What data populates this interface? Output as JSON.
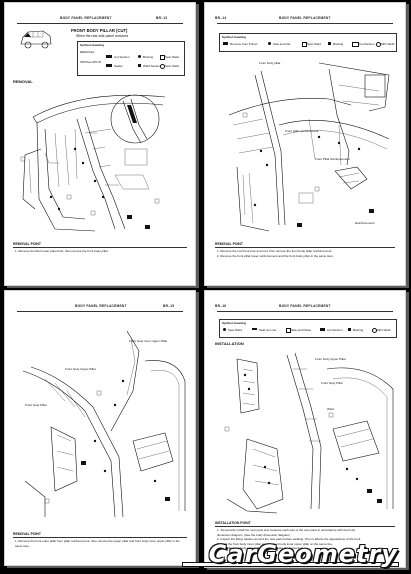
{
  "pages": [
    {
      "header": {
        "title": "BODY PANEL REPLACEMENT",
        "code": "BR–13"
      },
      "section_title": "FRONT BODY PILLAR (CUT)",
      "section_subtitle": "When the rear side panel removed",
      "legend": {
        "title": "Symbol meaning",
        "col_heads": [
          "REMOVAL",
          "INSTALLATION"
        ],
        "items": [
          "Cut Section",
          "Brazing",
          "Spot Weld",
          "Sealer",
          "Weld Section",
          "Spot Weld"
        ]
      },
      "removal_label": "REMOVAL",
      "point_title": "REMOVAL POINT",
      "point_text": "1.   Remove the Roof outer panel first, then remove the front body pillar."
    },
    {
      "header": {
        "title": "BODY PANEL REPLACEMENT",
        "code": "BR–14"
      },
      "legend": {
        "title": "Symbol meaning",
        "items": [
          "Remove from Primer",
          "Saw and File",
          "Spot Weld",
          "Brazing",
          "Cut Section",
          "MIG Weld"
        ]
      },
      "callouts": [
        "Front body pillar",
        "Front pillar reinforcement",
        "Front Pillar Reinforcement",
        "Reinforcement"
      ],
      "point_title": "REMOVAL POINT",
      "point_text_1": "1.   Remove the roof front bow and roof, then remove the front body pillar reinforcement.",
      "point_text_2": "2.   Remove the front pillar lower reinforcement and the front body pillar in the same step."
    },
    {
      "header": {
        "title": "BODY PANEL REPLACEMENT",
        "code": "BR–15"
      },
      "callouts": [
        "Front body inner Upper Pillar",
        "Front body Upper Pillar",
        "Front body Pillar"
      ],
      "point_title": "REMOVAL POINT",
      "point_text": "1.   Remove the front outer pillar from pillar reinforcement, then remove the upper pillar and front body inner upper pillar in the same step."
    },
    {
      "header": {
        "title": "BODY PANEL REPLACEMENT",
        "code": "BR–16"
      },
      "legend": {
        "title": "Symbol meaning",
        "items": [
          "Spot Weld",
          "Seal Up Line",
          "Saw and Paste",
          "Cut Section",
          "Brazing",
          "MIG Weld"
        ]
      },
      "installation_label": "INSTALLATION",
      "callouts": [
        "Front body Upper Pillar",
        "Front body Pillar",
        "Weld"
      ],
      "point_title": "INSTALLATION POINT",
      "point_lines": [
        "1.   Temporarily install the new parts and measure each part of the new parts in accordance with the body",
        "      dimension diagram. (See the body dimension diagram)",
        "2.   Inspect the fitting relation around the new parts before welding. Then it affects the appearance of the front",
        "3.   Weld the front body inner pillar and the front body inner upper pillar on the same line.",
        "4.   Weld the front body pillar to the body and make the inspection."
      ]
    }
  ],
  "watermark": "CarGeometry"
}
